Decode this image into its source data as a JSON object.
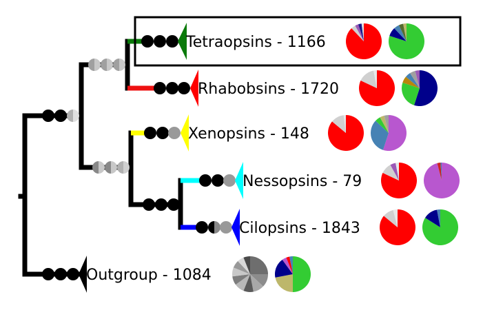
{
  "clades": [
    {
      "id": "tetraopsins",
      "label": "Tetraopsins - 1166",
      "branch_color": "#0a7a0a",
      "triangle_color": "#0a7a0a",
      "highlighted": true,
      "support_dots": [
        [
          "#000000",
          "#000000"
        ],
        [
          "#000000",
          "#000000"
        ],
        [
          "#000000",
          "#000000"
        ]
      ],
      "pie1": [
        {
          "v": 88,
          "c": "#ff0000"
        },
        {
          "v": 4,
          "c": "#d0d0d0"
        },
        {
          "v": 3,
          "c": "#9b59b6"
        },
        {
          "v": 3,
          "c": "#1a1a8a"
        },
        {
          "v": 2,
          "c": "#e0e0e0"
        }
      ],
      "pie2": [
        {
          "v": 80,
          "c": "#33cc33"
        },
        {
          "v": 8,
          "c": "#00008b"
        },
        {
          "v": 5,
          "c": "#4682b4"
        },
        {
          "v": 4,
          "c": "#556b2f"
        },
        {
          "v": 3,
          "c": "#bdb76b"
        }
      ]
    },
    {
      "id": "rhabobsins",
      "label": "Rhabobsins - 1720",
      "branch_color": "#ee1111",
      "triangle_color": "#ff0000",
      "highlighted": false,
      "support_dots": [
        [
          "#000000",
          "#000000"
        ],
        [
          "#000000",
          "#000000"
        ],
        [
          "#000000",
          "#000000"
        ]
      ],
      "pie1": [
        {
          "v": 82,
          "c": "#ff0000"
        },
        {
          "v": 15,
          "c": "#d0d0d0"
        },
        {
          "v": 3,
          "c": "#e8e8e8"
        }
      ],
      "pie2": [
        {
          "v": 55,
          "c": "#00008b"
        },
        {
          "v": 25,
          "c": "#33cc33"
        },
        {
          "v": 6,
          "c": "#b8860b"
        },
        {
          "v": 5,
          "c": "#4682b4"
        },
        {
          "v": 5,
          "c": "#a0a0a0"
        },
        {
          "v": 4,
          "c": "#9b59b6"
        }
      ]
    },
    {
      "id": "xenopsins",
      "label": "Xenopsins - 148",
      "branch_color": "#ffff00",
      "triangle_color": "#ffff00",
      "highlighted": false,
      "support_dots": [
        [
          "#000000",
          "#000000"
        ],
        [
          "#000000",
          "#000000"
        ],
        [
          "#999999",
          "#999999"
        ]
      ],
      "pie1": [
        {
          "v": 86,
          "c": "#ff0000"
        },
        {
          "v": 12,
          "c": "#d0d0d0"
        },
        {
          "v": 2,
          "c": "#e8e8e8"
        }
      ],
      "pie2": [
        {
          "v": 55,
          "c": "#b857cf"
        },
        {
          "v": 32,
          "c": "#4682b4"
        },
        {
          "v": 5,
          "c": "#33cc33"
        },
        {
          "v": 4,
          "c": "#bdb76b"
        },
        {
          "v": 4,
          "c": "#a0a0a0"
        }
      ]
    },
    {
      "id": "nessopsins",
      "label": "Nessopsins - 79",
      "branch_color": "#00ffff",
      "triangle_color": "#00ffff",
      "highlighted": false,
      "support_dots": [
        [
          "#000000",
          "#000000"
        ],
        [
          "#000000",
          "#000000"
        ],
        [
          "#999999",
          "#999999"
        ]
      ],
      "pie1": [
        {
          "v": 82,
          "c": "#ff0000"
        },
        {
          "v": 10,
          "c": "#d0d0d0"
        },
        {
          "v": 5,
          "c": "#9b59b6"
        },
        {
          "v": 3,
          "c": "#e8e8e8"
        }
      ],
      "pie2": [
        {
          "v": 96,
          "c": "#b857cf"
        },
        {
          "v": 3,
          "c": "#cc2222"
        },
        {
          "v": 1,
          "c": "#4682b4"
        }
      ]
    },
    {
      "id": "cilopsins",
      "label": "Cilopsins - 1843",
      "branch_color": "#0000ff",
      "triangle_color": "#0000ff",
      "highlighted": false,
      "support_dots": [
        [
          "#000000",
          "#000000"
        ],
        [
          "#000000",
          "#888888"
        ],
        [
          "#999999",
          "#999999"
        ]
      ],
      "pie1": [
        {
          "v": 86,
          "c": "#ff0000"
        },
        {
          "v": 10,
          "c": "#d0d0d0"
        },
        {
          "v": 4,
          "c": "#e8e8e8"
        }
      ],
      "pie2": [
        {
          "v": 84,
          "c": "#33cc33"
        },
        {
          "v": 13,
          "c": "#00008b"
        },
        {
          "v": 3,
          "c": "#4682b4"
        }
      ]
    },
    {
      "id": "outgroup",
      "label": "Outgroup - 1084",
      "branch_color": "#000000",
      "triangle_color": "#000000",
      "highlighted": false,
      "support_dots": [
        [
          "#000000",
          "#000000"
        ],
        [
          "#000000",
          "#000000"
        ],
        [
          "#000000",
          "#000000"
        ]
      ],
      "pie1": [
        {
          "v": 25,
          "c": "#6e6e6e"
        },
        {
          "v": 12,
          "c": "#8c8c8c"
        },
        {
          "v": 10,
          "c": "#a8a8a8"
        },
        {
          "v": 9,
          "c": "#5a5a5a"
        },
        {
          "v": 9,
          "c": "#b8b8b8"
        },
        {
          "v": 8,
          "c": "#7d7d7d"
        },
        {
          "v": 8,
          "c": "#c8c8c8"
        },
        {
          "v": 7,
          "c": "#989898"
        },
        {
          "v": 6,
          "c": "#d8d8d8"
        },
        {
          "v": 6,
          "c": "#4a4a4a"
        }
      ],
      "pie2": [
        {
          "v": 50,
          "c": "#33cc33"
        },
        {
          "v": 22,
          "c": "#bdb76b"
        },
        {
          "v": 18,
          "c": "#00008b"
        },
        {
          "v": 4,
          "c": "#b857cf"
        },
        {
          "v": 3,
          "c": "#ff0000"
        },
        {
          "v": 3,
          "c": "#4682b4"
        }
      ]
    }
  ],
  "internal_nodes": [
    {
      "id": "root_child_node",
      "support_dots": [
        [
          "#000000",
          "#000000"
        ],
        [
          "#000000",
          "#000000"
        ],
        [
          "#b0b0b0",
          "#e0e0e0"
        ]
      ]
    },
    {
      "id": "tetra_rhabdo_ancestor",
      "support_dots": [
        [
          "#a0a0a0",
          "#c8c8c8"
        ],
        [
          "#a0a0a0",
          "#c8c8c8"
        ],
        [
          "#a0a0a0",
          "#c8c8c8"
        ]
      ]
    },
    {
      "id": "tetra_rhabdo_node",
      "support_dots": []
    },
    {
      "id": "xeno_group_ancestor",
      "support_dots": [
        [
          "#888888",
          "#c8c8c8"
        ],
        [
          "#888888",
          "#c8c8c8"
        ],
        [
          "#b0b0b0",
          "#d0d0d0"
        ]
      ]
    },
    {
      "id": "nesso_cilo_ancestor",
      "support_dots": [
        [
          "#000000",
          "#000000"
        ],
        [
          "#000000",
          "#000000"
        ],
        [
          "#000000",
          "#000000"
        ]
      ]
    }
  ]
}
